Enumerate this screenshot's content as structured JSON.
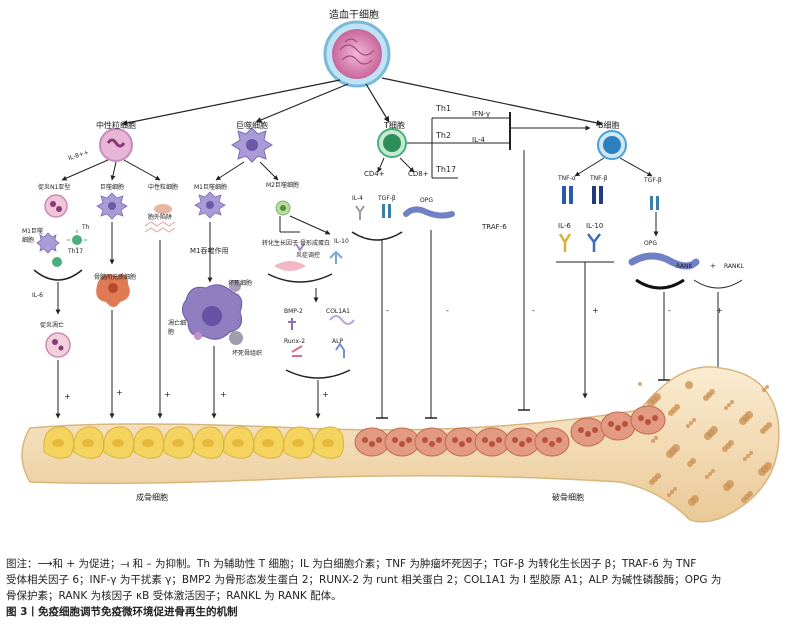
{
  "diagram": {
    "top": {
      "hsc": "造血干细胞"
    },
    "lineages": {
      "neutrophil": "中性粒细胞",
      "macrophage": "巨噬细胞",
      "tcell": "T细胞",
      "bcell": "B细胞"
    },
    "neutrophil_branch": {
      "il_label": "IL-8++",
      "n1": "促炎N1亚型",
      "macro": "巨噬细胞",
      "net": "中性粒细胞",
      "net_sub": "胞外陷阱",
      "m1_small": "M1巨噬细胞",
      "th": "Th",
      "th17": "Th17",
      "il_minus": "IL-6",
      "dead": "促炎凋亡"
    },
    "macrophage_branch": {
      "m1": "M1巨噬细胞",
      "m2": "M2巨噬细胞",
      "m1_action": "M1吞噬作用",
      "dying": "坏死细胞",
      "apoptotic": "凋亡细胞",
      "debris": "坏死骨组织",
      "growth": "转化生长因子",
      "bone_factor": "骨形成蛋白",
      "il10": "IL-10",
      "bmp2": "BMP-2",
      "col": "COL1A1",
      "runx2": "Runx-2",
      "alp": "ALP",
      "osteo_cell": "骨髓间充质细胞",
      "inflam": "炎症调控"
    },
    "tcell_branch": {
      "th1": "Th1",
      "th2": "Th2",
      "th17": "Th17",
      "ifn": "IFN-γ",
      "il4_top": "IL-4",
      "cd4": "CD4+",
      "cd8": "CD8+",
      "il4": "IL-4",
      "tgfb": "TGF-β",
      "opg": "OPG",
      "traf": "TRAF-6"
    },
    "bcell_branch": {
      "tnfa": "TNF-α",
      "tnfb": "TNF-β",
      "il6": "IL-6",
      "il10": "IL-10",
      "tgfb": "TGF-β",
      "opg": "OPG",
      "rank": "RANK",
      "rankl": "RANKL",
      "plus": "+"
    },
    "signs": {
      "plus": "+",
      "minus": "-"
    },
    "bone": {
      "osteoblast": "成骨细胞",
      "osteoclast": "破骨细胞"
    }
  },
  "caption": {
    "note_line1": "图注：⟶和 + 为促进；⟞ 和 – 为抑制。Th 为辅助性 T 细胞；IL 为白细胞介素；TNF 为肿瘤坏死因子；TGF-β 为转化生长因子 β；TRAF-6 为 TNF",
    "note_line2": "受体相关因子 6；INF-γ 为干扰素 γ；BMP2 为骨形态发生蛋白 2；RUNX-2 为 runt 相关蛋白 2；COL1A1 为 Ⅰ 型胶原 A1；ALP 为碱性磷酸酶；OPG 为",
    "note_line3": "骨保护素；RANK 为核因子 κB 受体激活因子；RANKL 为 RANK 配体。",
    "title": "图 3丨免疫细胞调节免疫微环境促进骨再生的机制"
  },
  "colors": {
    "neutrophil": "#c98ab9",
    "macrophage": "#8f7ec0",
    "tcell": "#48b07a",
    "bcell": "#4a9fd6",
    "hsc": "#d98ab8",
    "osteoblast": "#f1d66a",
    "osteoclast": "#d9846a",
    "bone": "#f5e2c2"
  }
}
